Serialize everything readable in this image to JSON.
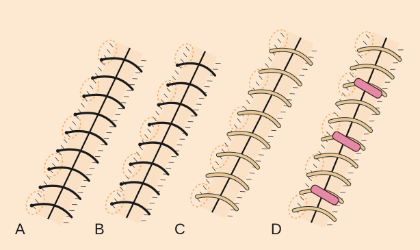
{
  "figure": {
    "background": "#fde8d2",
    "panels": [
      {
        "label": "A",
        "thread": "dark",
        "loops": 9
      },
      {
        "label": "B",
        "thread": "dark",
        "loops": 8
      },
      {
        "label": "C",
        "thread": "tan",
        "loops": 8
      },
      {
        "label": "D",
        "thread": "tan-with-pink-bolsters",
        "loops": 10
      }
    ]
  },
  "colors": {
    "thread_dark": "#1a1a1a",
    "thread_tan": "#e8c995",
    "bolster": "#e58aa6",
    "dashed_outline": "#f0a860",
    "skin": "#f7d9b8"
  }
}
